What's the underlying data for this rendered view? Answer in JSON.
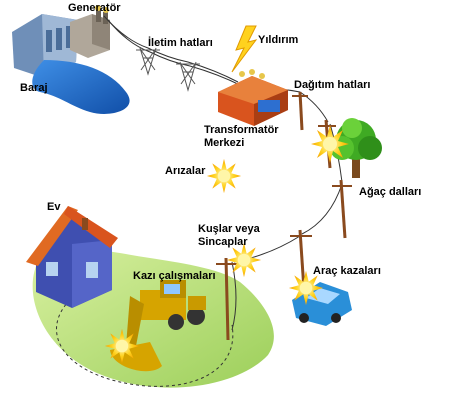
{
  "labels": {
    "generator": "Generatör",
    "dam": "Baraj",
    "transmission_lines": "İletim hatları",
    "lightning": "Yıldırım",
    "distribution_lines": "Dağıtım hatları",
    "transformer_center_line1": "Transformatör",
    "transformer_center_line2": "Merkezi",
    "faults": "Arızalar",
    "tree_branches": "Ağaç dalları",
    "house": "Ev",
    "birds_squirrels_line1": "Kuşlar veya",
    "birds_squirrels_line2": "Sincaplar",
    "excavation_work": "Kazı çalışmaları",
    "vehicle_accidents": "Araç kazaları"
  },
  "colors": {
    "fault_burst": "#ffd21e",
    "fault_burst_edge": "#f5a000",
    "water": "#1f6fd1",
    "house_roof": "#d9541e",
    "house_wall": "#3f4fb0",
    "tree": "#3faa23",
    "ground": "#b9e27a",
    "pole": "#8a4a1e",
    "car": "#2a8fd8",
    "excavator": "#d6a400"
  },
  "icons": [
    "power-plant-icon",
    "dam-icon",
    "transmission-tower-icon",
    "lightning-icon",
    "substation-icon",
    "utility-pole-icon",
    "tree-icon",
    "house-icon",
    "excavator-icon",
    "car-icon",
    "fault-burst-icon"
  ]
}
